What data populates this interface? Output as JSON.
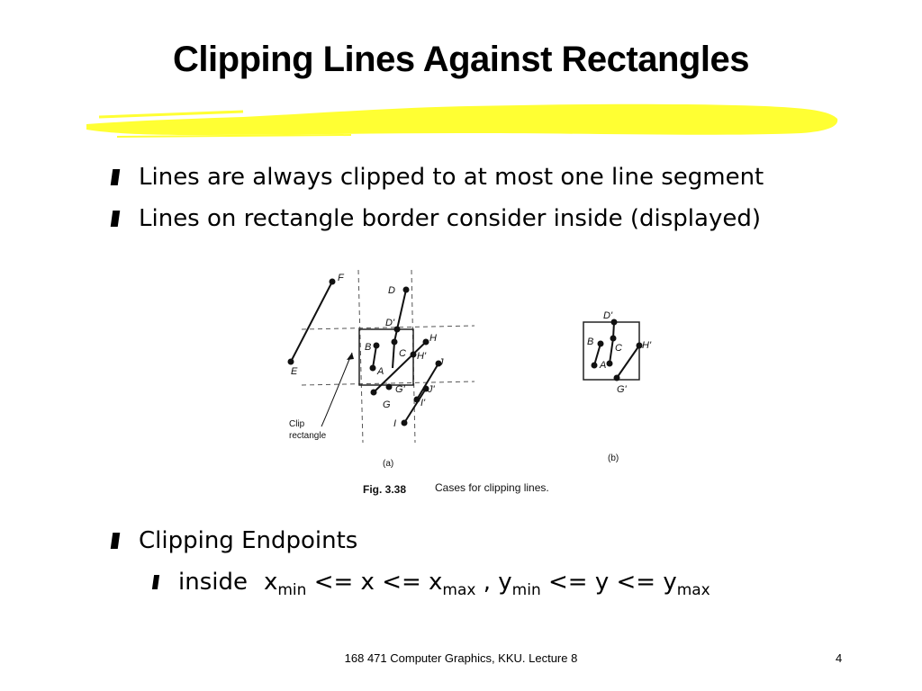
{
  "slide": {
    "title": "Clipping Lines Against Rectangles",
    "bullets": [
      "Lines are always clipped to at most one line segment",
      "Lines on rectangle border consider inside (displayed)",
      "Clipping Endpoints"
    ],
    "sub_bullet": {
      "label": "inside",
      "x": "x",
      "min": "min",
      "max": "max",
      "y": "y",
      "le_x_le": " <= x <= ",
      "comma": " , ",
      "le_y_le": " <= y <= "
    }
  },
  "figure": {
    "caption_label": "Fig. 3.38",
    "caption_text": "Cases for clipping lines.",
    "panel_a_label": "(a)",
    "panel_b_label": "(b)",
    "clip_label_line1": "Clip",
    "clip_label_line2": "rectangle",
    "points_a": [
      "F",
      "E",
      "D",
      "D'",
      "B",
      "A",
      "C",
      "H",
      "H'",
      "J",
      "G",
      "G'",
      "J'",
      "I'",
      "I"
    ],
    "points_b": [
      "D'",
      "B",
      "C",
      "H'",
      "A",
      "G'"
    ]
  },
  "footer": {
    "text": "168 471 Computer Graphics, KKU. Lecture 8",
    "page": "4"
  },
  "colors": {
    "highlight": "#ffff33",
    "text": "#000000"
  }
}
